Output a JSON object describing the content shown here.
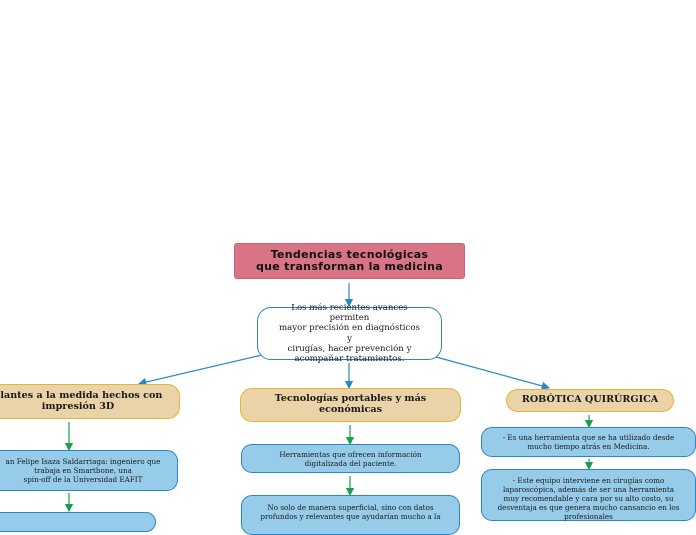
{
  "root": {
    "line1": "Tendencias tecnológicas",
    "line2": "que transforman la medicina"
  },
  "main": {
    "lines": [
      "Los más recientes avances permiten",
      "mayor precisión en diagnósticos y",
      "cirugías, hacer prevención y",
      "acompañar tratamientos."
    ]
  },
  "branches": [
    {
      "lines": [
        "plantes a la medida hechos con",
        "impresión 3D"
      ],
      "leaves": [
        {
          "lines": [
            "an Felipe Isaza Saldarriaga: ingeniero que",
            "trabaja en Smartbone, una",
            "spin-off de la Universidad EAFIT"
          ]
        },
        {
          "lines": [
            ""
          ]
        }
      ]
    },
    {
      "lines": [
        "Tecnologías portables y más",
        "económicas"
      ],
      "leaves": [
        {
          "lines": [
            "Herramientas que ofrecen información",
            "digitalizada del paciente."
          ]
        },
        {
          "lines": [
            "No solo de manera superficial, sino con datos",
            "profundos y relevantes que ayudarían mucho a la"
          ]
        }
      ]
    },
    {
      "lines": [
        "ROBÓTICA QUIRÚRGICA"
      ],
      "leaves": [
        {
          "lines": [
            "- Es una herramienta que se ha utilizado desde",
            "mucho tiempo atrás en Medicina."
          ]
        },
        {
          "lines": [
            "- Este equipo interviene en cirugías como",
            "laparoscópica, además de ser una herramienta",
            "muy recomendable y cara por su alto costo, su",
            "desventaja es que genera mucho cansancio en los",
            "profesionales"
          ]
        }
      ]
    }
  ],
  "colors": {
    "root_fill": "#d97386",
    "branch_fill": "#ead3a6",
    "branch_border": "#e7b33a",
    "leaf_fill": "#97cbea",
    "border_blue": "#2a87c6",
    "arrow_blue": "#2a87c6",
    "arrow_green": "#17a04b"
  }
}
